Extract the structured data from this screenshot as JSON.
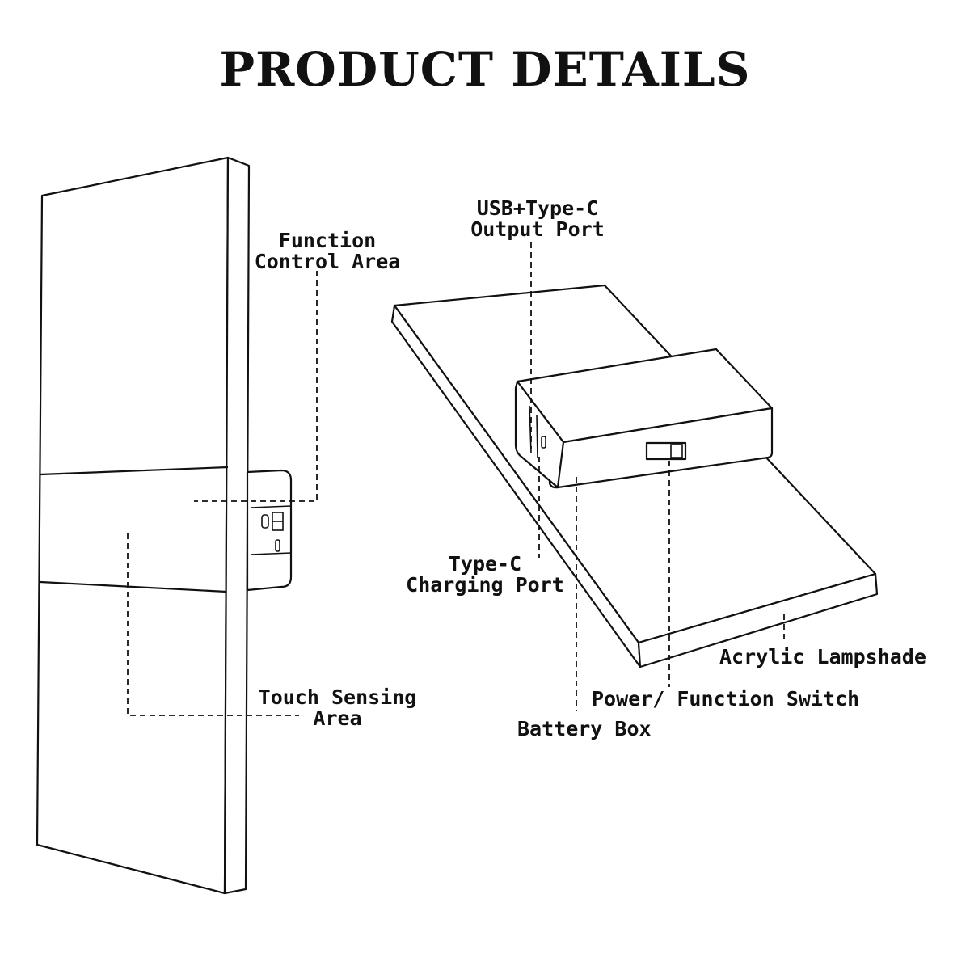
{
  "title": "PRODUCT DETAILS",
  "labels": {
    "function_control": [
      "Function",
      "Control Area"
    ],
    "touch_sensing": [
      "Touch Sensing",
      "Area"
    ],
    "output_port": [
      "USB+Type-C",
      "Output Port"
    ],
    "charging_port": [
      "Type-C",
      "Charging Port"
    ],
    "acrylic": "Acrylic Lampshade",
    "power_switch": "Power/ Function Switch",
    "battery_box": "Battery Box"
  }
}
